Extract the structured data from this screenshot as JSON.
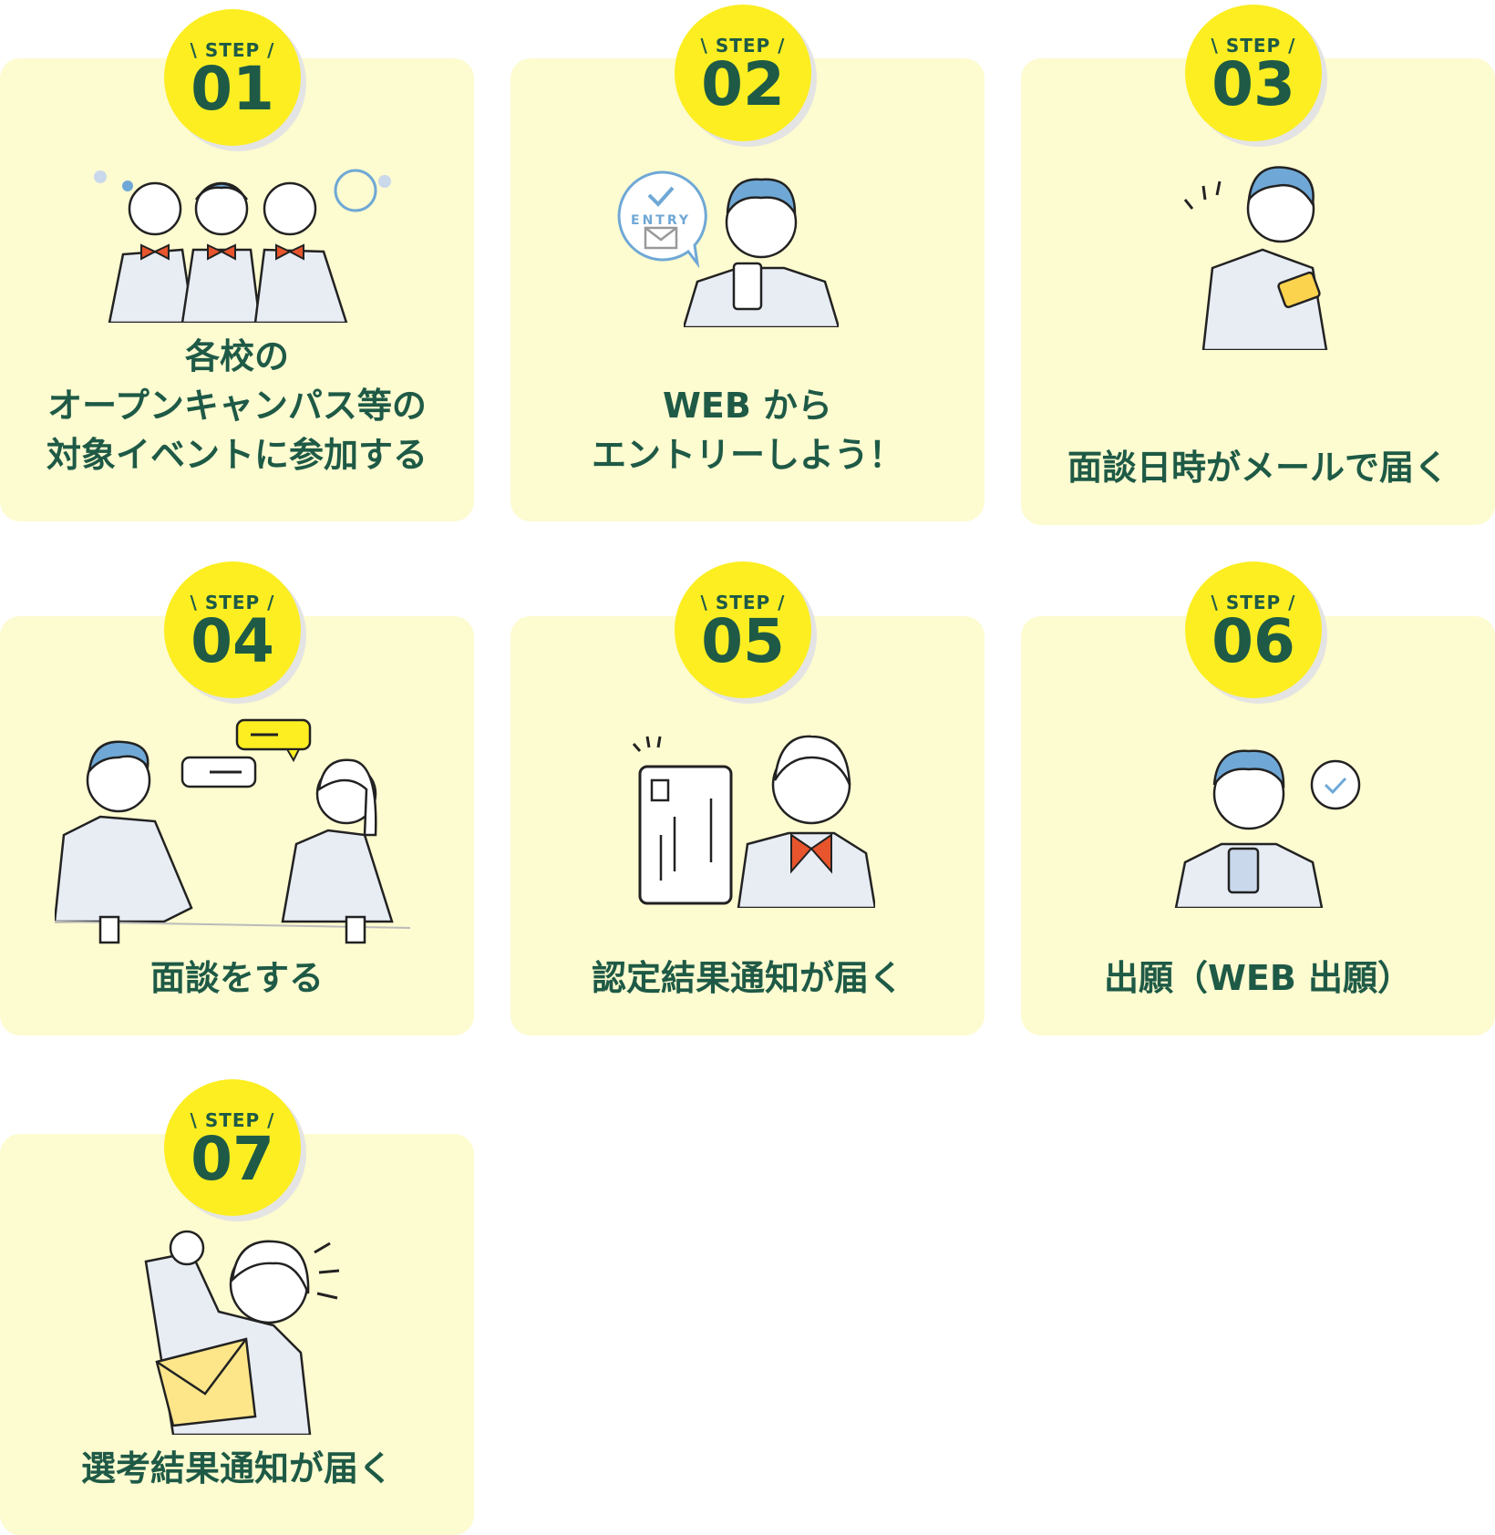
{
  "steps": [
    {
      "step_label": "STEP",
      "number": "01",
      "caption_lines": [
        "各校の",
        "オープンキャンパス等の",
        "対象イベントに参加する"
      ]
    },
    {
      "step_label": "STEP",
      "number": "02",
      "caption_lines": [
        "WEB から",
        "エントリーしよう！"
      ],
      "bubble_text": "ENTRY"
    },
    {
      "step_label": "STEP",
      "number": "03",
      "caption_lines": [
        "面談日時がメールで届く"
      ]
    },
    {
      "step_label": "STEP",
      "number": "04",
      "caption_lines": [
        "面談をする"
      ]
    },
    {
      "step_label": "STEP",
      "number": "05",
      "caption_lines": [
        "認定結果通知が届く"
      ]
    },
    {
      "step_label": "STEP",
      "number": "06",
      "caption_lines": [
        "出願（WEB 出願）"
      ]
    },
    {
      "step_label": "STEP",
      "number": "07",
      "caption_lines": [
        "選考結果通知が届く"
      ]
    }
  ],
  "colors": {
    "card": "#fdfbd0",
    "badge": "#fcee21",
    "text": "#1e5a46",
    "hair": "#6fa8d6",
    "bow": "#e8542b"
  }
}
